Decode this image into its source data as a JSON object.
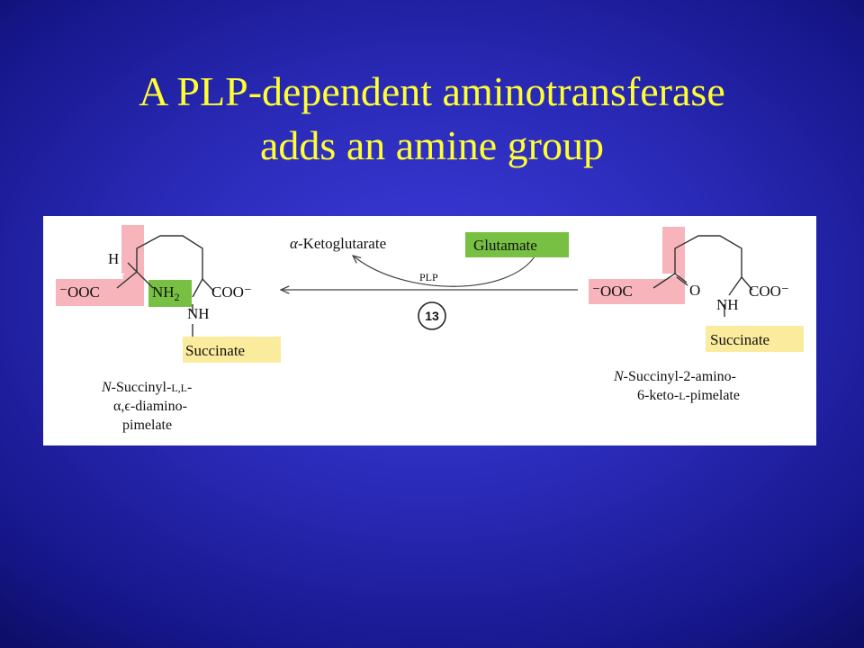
{
  "title": {
    "line1": "A PLP-dependent aminotransferase",
    "line2": "adds an amine group"
  },
  "reaction": {
    "step_number": "13",
    "cofactor": "PLP",
    "amine_donor": "Glutamate",
    "byproduct_prefix": "α",
    "byproduct_suffix": "-Ketoglutarate"
  },
  "product": {
    "h_label": "H",
    "carboxylate_left": "⁻OOC",
    "amine_group": "NH",
    "amine_sub": "2",
    "carboxylate_right": "COO⁻",
    "nh_label": "NH",
    "succinate": "Succinate",
    "name_line1_italic": "N",
    "name_line1_rest": "-Succinyl-",
    "name_line1_sc": "L,L",
    "name_line1_end": "-",
    "name_line2": "α,ϵ-diamino-",
    "name_line3": "pimelate"
  },
  "substrate": {
    "carboxylate_left": "⁻OOC",
    "keto_o": "O",
    "nh_label": "NH",
    "carboxylate_right": "COO⁻",
    "succinate": "Succinate",
    "name_line1_italic": "N",
    "name_line1_rest": "-Succinyl-2-amino-",
    "name_line2_pre": "6-keto-",
    "name_line2_sc": "L",
    "name_line2_end": "-pimelate"
  },
  "colors": {
    "pink_highlight": "#f7b5bb",
    "green_highlight": "#77c043",
    "yellow_highlight": "#fbeb9c",
    "title": "#ffff33"
  }
}
